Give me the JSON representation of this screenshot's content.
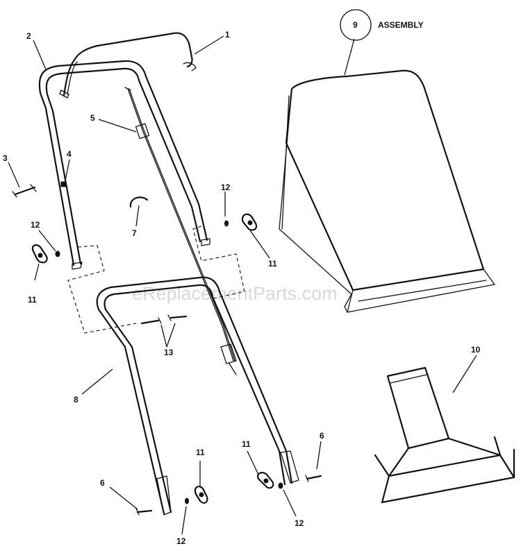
{
  "labels": {
    "p1": "1",
    "p2": "2",
    "p3": "3",
    "p4": "4",
    "p5": "5",
    "p6a": "6",
    "p6b": "6",
    "p7": "7",
    "p8": "8",
    "p9": "9",
    "p10": "10",
    "p11a": "11",
    "p11b": "11",
    "p11c": "11",
    "p11d": "11",
    "p12a": "12",
    "p12b": "12",
    "p12c": "12",
    "p12d": "12",
    "p13": "13"
  },
  "assembly_label": "ASSEMBLY",
  "watermark": "eReplacementParts.com"
}
